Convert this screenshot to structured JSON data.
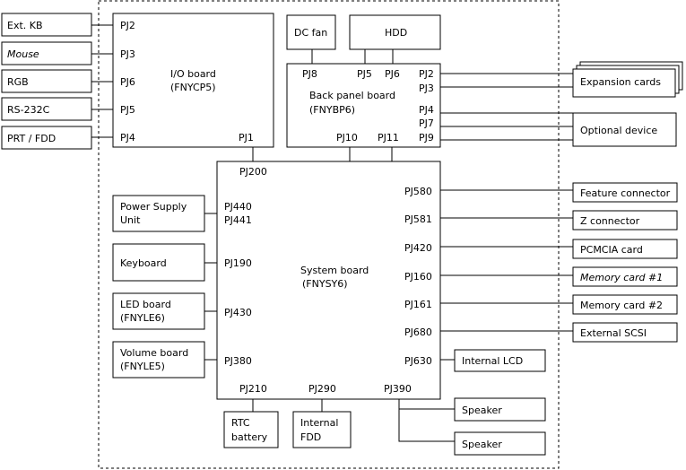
{
  "left_devices": {
    "ext_kb": "Ext. KB",
    "mouse": "Mouse",
    "rgb": "RGB",
    "rs232c": "RS-232C",
    "prt_fdd": "PRT / FDD"
  },
  "io_board": {
    "name": "I/O board",
    "code": "(FNYCP5)",
    "pj2": "PJ2",
    "pj3": "PJ3",
    "pj6": "PJ6",
    "pj5": "PJ5",
    "pj4": "PJ4",
    "pj1": "PJ1"
  },
  "top_devices": {
    "dc_fan": "DC fan",
    "hdd": "HDD"
  },
  "back_panel": {
    "name": "Back panel board",
    "code": "(FNYBP6)",
    "pj8": "PJ8",
    "pj5": "PJ5",
    "pj6": "PJ6",
    "pj2": "PJ2",
    "pj3": "PJ3",
    "pj4": "PJ4",
    "pj7": "PJ7",
    "pj9": "PJ9",
    "pj10": "PJ10",
    "pj11": "PJ11"
  },
  "right_top": {
    "expansion_cards": "Expansion cards",
    "optional_device": "Optional device"
  },
  "system_board": {
    "name": "System board",
    "code": "(FNYSY6)",
    "pj200": "PJ200",
    "pj440": "PJ440",
    "pj441": "PJ441",
    "pj190": "PJ190",
    "pj430": "PJ430",
    "pj380": "PJ380",
    "pj580": "PJ580",
    "pj581": "PJ581",
    "pj420": "PJ420",
    "pj160": "PJ160",
    "pj161": "PJ161",
    "pj680": "PJ680",
    "pj630": "PJ630",
    "pj210": "PJ210",
    "pj290": "PJ290",
    "pj390": "PJ390"
  },
  "left_boards": {
    "power_supply_1": "Power Supply",
    "power_supply_2": "Unit",
    "keyboard": "Keyboard",
    "led_board": "LED board",
    "led_code": "(FNYLE6)",
    "volume_board": "Volume board",
    "volume_code": "(FNYLE5)"
  },
  "right_devices": {
    "feature_connector": "Feature connector",
    "z_connector": "Z connector",
    "pcmcia_card": "PCMCIA card",
    "memory_card_1": "Memory card #1",
    "memory_card_2": "Memory card #2",
    "external_scsi": "External SCSI"
  },
  "internal_lcd": "Internal LCD",
  "speaker_1": "Speaker",
  "speaker_2": "Speaker",
  "rtc_battery_1": "RTC",
  "rtc_battery_2": "battery",
  "internal_fdd_1": "Internal",
  "internal_fdd_2": "FDD"
}
